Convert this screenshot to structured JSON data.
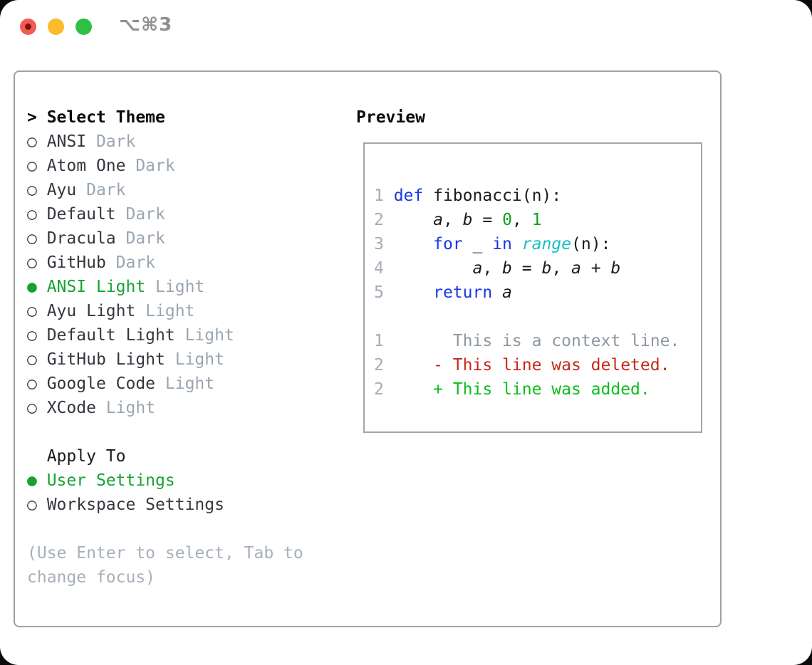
{
  "window": {
    "shortcut": "⌥⌘3",
    "traffic_lights": [
      "close",
      "minimize",
      "zoom"
    ]
  },
  "colors": {
    "selected_green": "#16a232",
    "code_green": "#0aa619",
    "added_green": "#0bbe1d",
    "deleted_red": "#c9271a",
    "keyword_blue": "#1837e6",
    "builtin_cyan": "#1abec3",
    "dim_gray": "#9aa5b1",
    "border_gray": "#99a2ad"
  },
  "theme_picker": {
    "header_prefix": "> ",
    "header": "Select Theme",
    "items": [
      {
        "name": "ANSI",
        "variant": "Dark",
        "selected": false
      },
      {
        "name": "Atom One",
        "variant": "Dark",
        "selected": false
      },
      {
        "name": "Ayu",
        "variant": "Dark",
        "selected": false
      },
      {
        "name": "Default",
        "variant": "Dark",
        "selected": false
      },
      {
        "name": "Dracula",
        "variant": "Dark",
        "selected": false
      },
      {
        "name": "GitHub",
        "variant": "Dark",
        "selected": false
      },
      {
        "name": "ANSI Light",
        "variant": "Light",
        "selected": true
      },
      {
        "name": "Ayu Light",
        "variant": "Light",
        "selected": false
      },
      {
        "name": "Default Light",
        "variant": "Light",
        "selected": false
      },
      {
        "name": "GitHub Light",
        "variant": "Light",
        "selected": false
      },
      {
        "name": "Google Code",
        "variant": "Light",
        "selected": false
      },
      {
        "name": "XCode",
        "variant": "Light",
        "selected": false
      }
    ]
  },
  "apply_to": {
    "header_prefix": "  ",
    "header": "Apply To",
    "options": [
      {
        "label": "User Settings",
        "selected": true
      },
      {
        "label": "Workspace Settings",
        "selected": false
      }
    ]
  },
  "footer": {
    "lines": [
      "(Use Enter to select, Tab to",
      "change focus)"
    ]
  },
  "preview": {
    "title": "Preview",
    "code_lines": [
      {
        "num": "1",
        "segments": [
          {
            "t": "def",
            "c": "blue"
          },
          {
            "t": " fibonacci(n):"
          }
        ]
      },
      {
        "num": "2",
        "segments": [
          {
            "t": "    "
          },
          {
            "t": "a",
            "i": true
          },
          {
            "t": ", "
          },
          {
            "t": "b",
            "i": true
          },
          {
            "t": " = "
          },
          {
            "t": "0",
            "c": "green"
          },
          {
            "t": ", "
          },
          {
            "t": "1",
            "c": "green"
          }
        ]
      },
      {
        "num": "3",
        "segments": [
          {
            "t": "    "
          },
          {
            "t": "for",
            "c": "blue"
          },
          {
            "t": " _ "
          },
          {
            "t": "in",
            "c": "blue"
          },
          {
            "t": " "
          },
          {
            "t": "range",
            "c": "cyan",
            "i": true
          },
          {
            "t": "(n):"
          }
        ]
      },
      {
        "num": "4",
        "segments": [
          {
            "t": "        "
          },
          {
            "t": "a",
            "i": true
          },
          {
            "t": ", "
          },
          {
            "t": "b",
            "i": true
          },
          {
            "t": " = "
          },
          {
            "t": "b",
            "i": true
          },
          {
            "t": ", "
          },
          {
            "t": "a",
            "i": true
          },
          {
            "t": " + "
          },
          {
            "t": "b",
            "i": true
          }
        ]
      },
      {
        "num": "5",
        "segments": [
          {
            "t": "    "
          },
          {
            "t": "return",
            "c": "blue"
          },
          {
            "t": " "
          },
          {
            "t": "a",
            "i": true
          }
        ]
      },
      {
        "num": "",
        "segments": []
      },
      {
        "num": "1",
        "segments": [
          {
            "t": "      This is a context line.",
            "c": "context"
          }
        ]
      },
      {
        "num": "2",
        "segments": [
          {
            "t": "    - This line was deleted.",
            "c": "red"
          }
        ]
      },
      {
        "num": "2",
        "segments": [
          {
            "t": "    + This line was added.",
            "c": "green-added"
          }
        ]
      }
    ]
  },
  "bullets": {
    "selected": "●",
    "unselected": "○"
  }
}
